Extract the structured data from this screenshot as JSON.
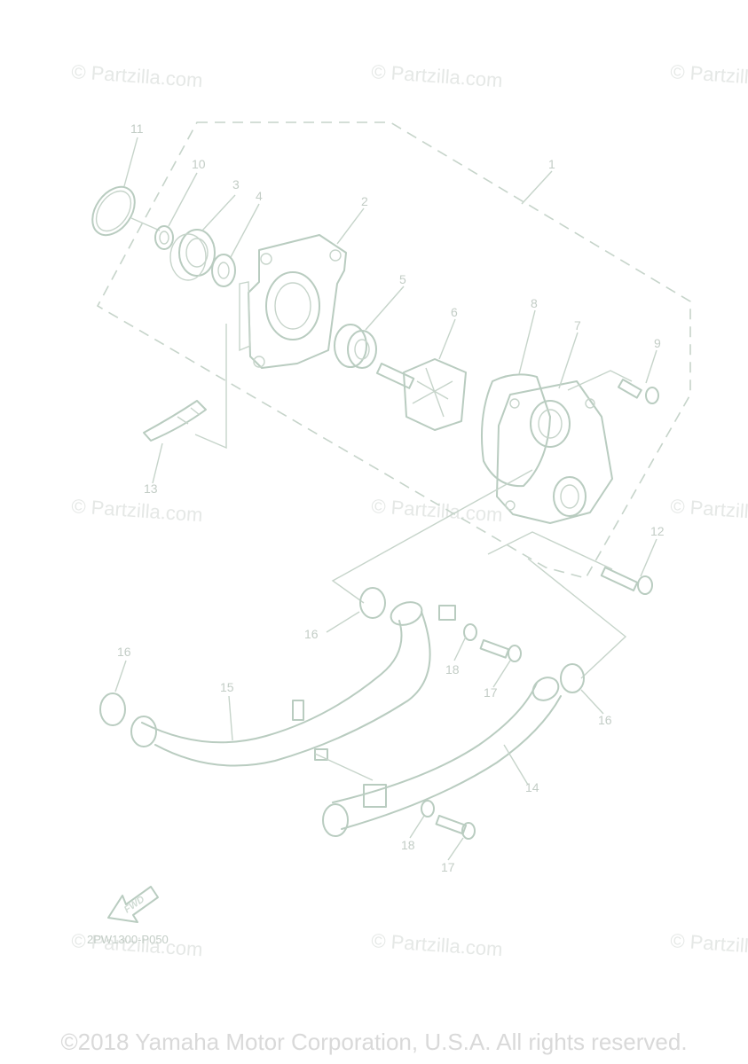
{
  "watermarks": [
    "© Partzilla.com",
    "© Partzilla.com",
    "© Partzilla.com",
    "© Partzilla.com",
    "© Partzilla.com",
    "© Partzilla.com",
    "© Partzilla.com",
    "© Partzilla.com",
    "© Partzilla.com"
  ],
  "callouts": {
    "c1": "1",
    "c2": "2",
    "c3": "3",
    "c4": "4",
    "c5": "5",
    "c6": "6",
    "c7": "7",
    "c8": "8",
    "c9": "9",
    "c10": "10",
    "c11": "11",
    "c12": "12",
    "c13": "13",
    "c14": "14",
    "c15": "15",
    "c16a": "16",
    "c16b": "16",
    "c16c": "16",
    "c17a": "17",
    "c17b": "17",
    "c18a": "18",
    "c18b": "18"
  },
  "fwd_label": "FWD",
  "diagram_code": "2PW1300-P050",
  "copyright": "©2018 Yamaha Motor Corporation, U.S.A. All rights reserved."
}
